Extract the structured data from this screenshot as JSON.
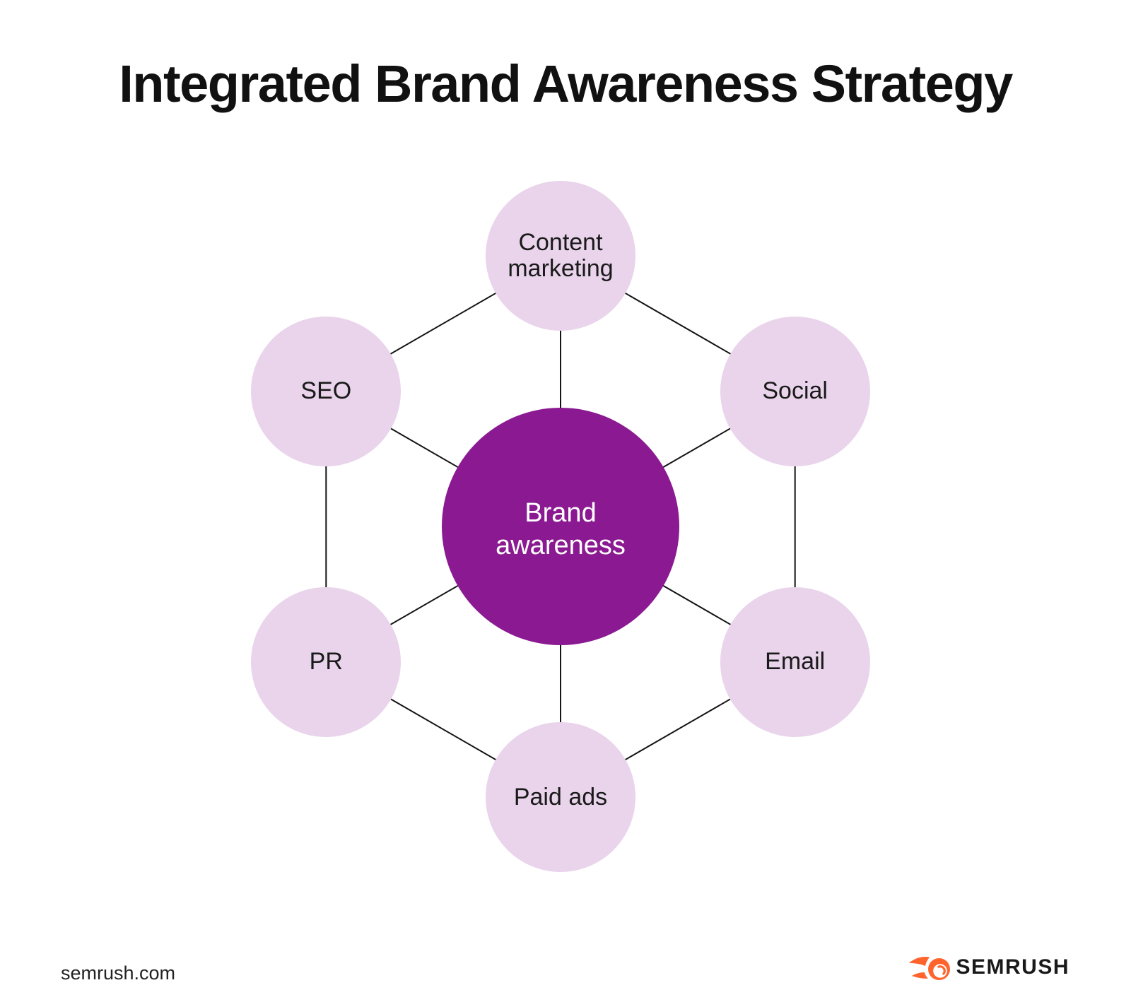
{
  "title": "Integrated Brand Awareness Strategy",
  "diagram": {
    "center": {
      "label": "Brand awareness"
    },
    "nodes": [
      {
        "id": "content-marketing",
        "label": "Content marketing"
      },
      {
        "id": "social",
        "label": "Social"
      },
      {
        "id": "email",
        "label": "Email"
      },
      {
        "id": "paid-ads",
        "label": "Paid ads"
      },
      {
        "id": "pr",
        "label": "PR"
      },
      {
        "id": "seo",
        "label": "SEO"
      }
    ]
  },
  "footer": {
    "site": "semrush.com",
    "brand": "SEMRUSH"
  },
  "colors": {
    "background": "#ffffff",
    "hub_fill": "#8b1a92",
    "node_fill": "#e9d4eb",
    "line": "#141414",
    "text": "#1a1a1a",
    "hub_text": "#ffffff",
    "accent": "#ff642d",
    "title": "#111111"
  }
}
